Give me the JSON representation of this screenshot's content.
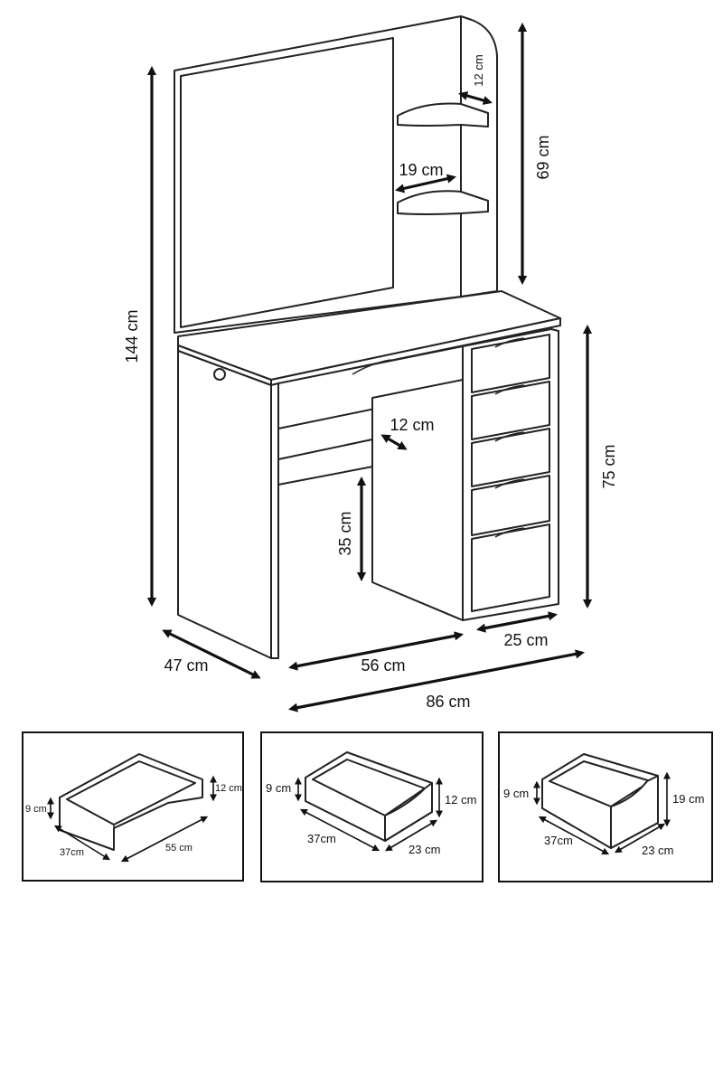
{
  "main_dimensions": {
    "total_height": "144 cm",
    "mirror_height": "69 cm",
    "shelf_small": "12 cm",
    "shelf_depth": "19 cm",
    "desk_height": "75 cm",
    "knee_shelf": "12 cm",
    "knee_height": "35 cm",
    "depth": "47 cm",
    "knee_width": "56 cm",
    "drawer_unit_width": "25 cm",
    "total_width": "86 cm"
  },
  "drawer_panels": [
    {
      "height_inner": "9 cm",
      "height_outer": "12 cm",
      "depth": "37cm",
      "width": "55 cm"
    },
    {
      "height_inner": "9 cm",
      "height_outer": "12 cm",
      "depth": "37cm",
      "width": "23 cm"
    },
    {
      "height_inner": "9 cm",
      "height_outer": "19 cm",
      "depth": "37cm",
      "width": "23 cm"
    }
  ]
}
